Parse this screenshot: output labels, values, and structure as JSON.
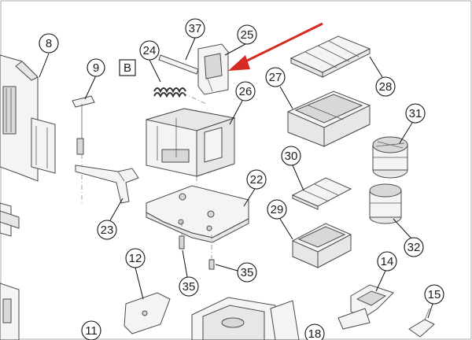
{
  "diagram": {
    "callouts": {
      "c8": "8",
      "c9": "9",
      "c24": "24",
      "c37": "37",
      "c25": "25",
      "c26": "26",
      "c27": "27",
      "c28": "28",
      "c31": "31",
      "c30": "30",
      "c29": "29",
      "c32": "32",
      "c22": "22",
      "c23": "23",
      "c12": "12",
      "c35a": "35",
      "c35b": "35",
      "c14": "14",
      "c15": "15",
      "c11": "11",
      "c18": "18"
    },
    "box_label": "B",
    "colors": {
      "arrow": "#d62b22",
      "line": "#4a4a4a",
      "part_fill": "#f4f4f4"
    }
  }
}
